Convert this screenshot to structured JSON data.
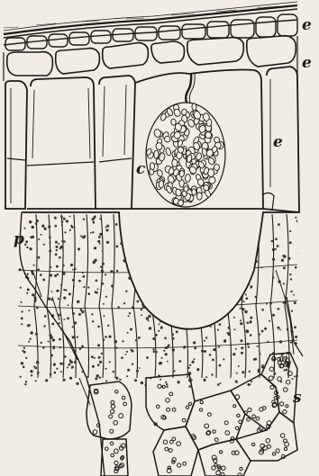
{
  "figure": {
    "labels": {
      "epidermis_outer": "e",
      "epidermis_inner": "e",
      "epidermis_cell": "e",
      "cystolith": "c",
      "palisade": "p",
      "spongy": "s"
    },
    "colors": {
      "paper": "#f1ece4",
      "ink": "#1d1a16",
      "mesophyll_dots": "#3a342c"
    }
  }
}
